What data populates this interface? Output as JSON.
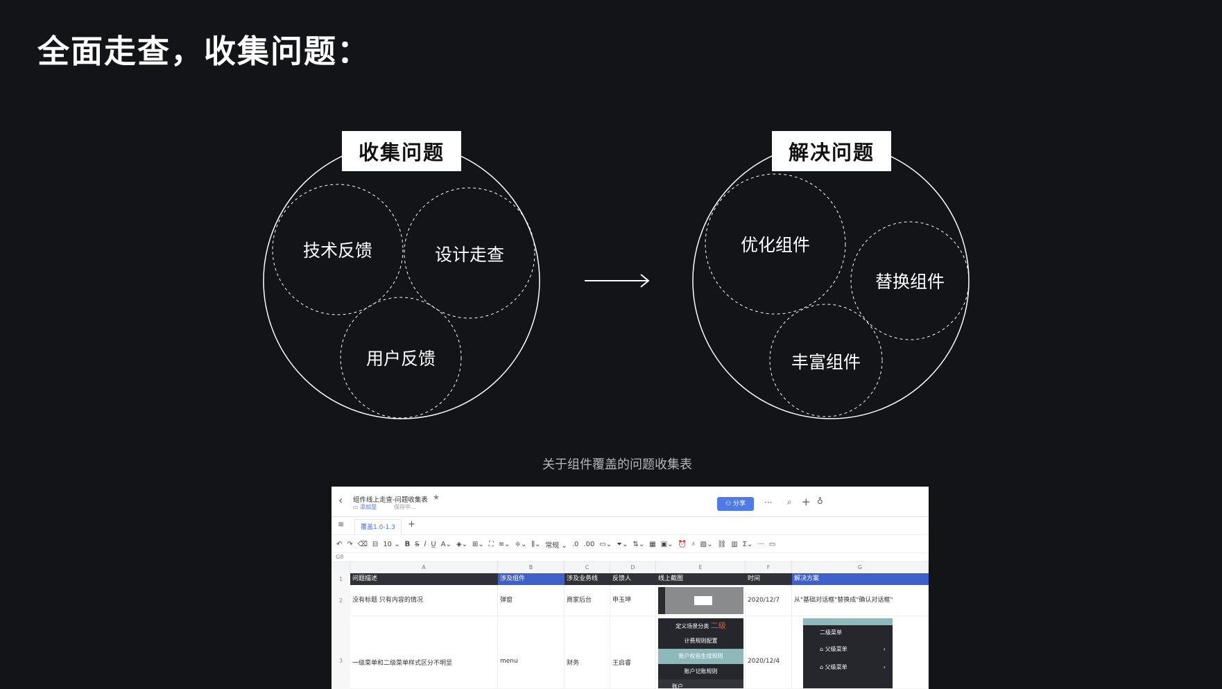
{
  "title": "全面走查，收集问题：",
  "left_group": {
    "label": "收集问题",
    "items": [
      "技术反馈",
      "设计走查",
      "用户反馈"
    ]
  },
  "right_group": {
    "label": "解决问题",
    "items": [
      "优化组件",
      "替换组件",
      "丰富组件"
    ]
  },
  "caption": "关于组件覆盖的问题收集表",
  "sheet": {
    "doc_title": "组件线上走查-问题收集表",
    "add_to": "添加至",
    "saving": "保存中...",
    "share": "分享",
    "tab": "覆盖1.0-1.3",
    "font_size": "10",
    "format": "常规",
    "cell_ref": "G8",
    "col_letters": [
      "A",
      "B",
      "C",
      "D",
      "E",
      "F",
      "G"
    ],
    "headers": [
      "问题描述",
      "涉及组件",
      "涉及业务线",
      "反馈人",
      "线上截图",
      "时间",
      "解决方案"
    ],
    "rows": [
      {
        "num": "2",
        "desc": "没有标题 只有内容的情况",
        "component": "弹窗",
        "business": "商家后台",
        "reporter": "申玉坤",
        "time": "2020/12/7",
        "solution": "从\"基础对话框\"替换成\"确认对话框\""
      },
      {
        "num": "3",
        "desc": "一级菜单和二级菜单样式区分不明显",
        "component": "menu",
        "business": "财务",
        "reporter": "王启睿",
        "time": "2020/12/4",
        "solution": ""
      }
    ],
    "row1_num": "1",
    "shot_menu": [
      "定义场景分类",
      "计费规则配置",
      "账户校验生成规则",
      "账户记账规则",
      "账户"
    ],
    "shot_tag": "二级",
    "shot2_menu": [
      "二级菜单",
      "父级菜单",
      "父级菜单"
    ],
    "colors": {
      "accent": "#3f60c8",
      "header": "#303136"
    }
  }
}
